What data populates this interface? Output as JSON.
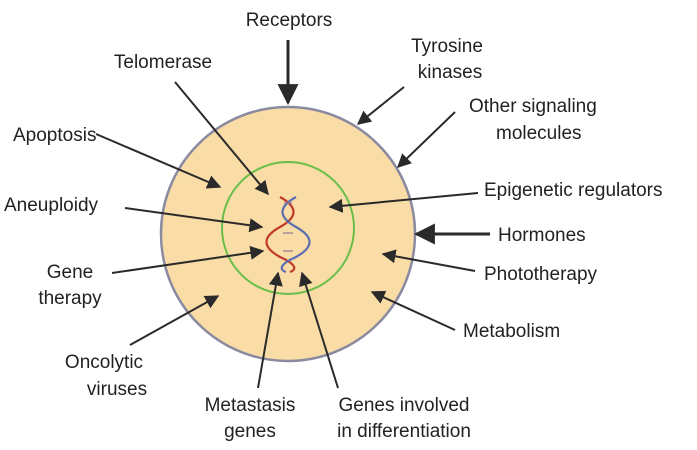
{
  "colors": {
    "cell_fill": "#f9dca6",
    "cell_stroke": "#8a8aa0",
    "nucleus_stroke": "#6abf4b",
    "arrow": "#2a2a2a",
    "dna_red": "#c0392b",
    "dna_blue": "#5b6fb0"
  },
  "labels": {
    "receptors": "Receptors",
    "tyrosine_1": "Tyrosine",
    "tyrosine_2": "kinases",
    "telomerase": "Telomerase",
    "other_signaling_1": "Other signaling",
    "other_signaling_2": "molecules",
    "apoptosis": "Apoptosis",
    "epigenetic": "Epigenetic regulators",
    "aneuploidy": "Aneuploidy",
    "hormones": "Hormones",
    "gene_therapy_1": "Gene",
    "gene_therapy_2": "therapy",
    "phototherapy": "Phototherapy",
    "metabolism": "Metabolism",
    "oncolytic_1": "Oncolytic",
    "oncolytic_2": "viruses",
    "metastasis_1": "Metastasis",
    "metastasis_2": "genes",
    "differentiation_1": "Genes involved",
    "differentiation_2": "in differentiation"
  }
}
